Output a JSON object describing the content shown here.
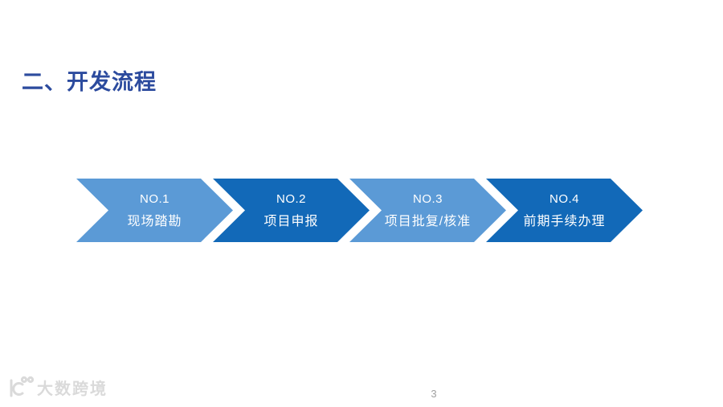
{
  "slide": {
    "title": "二、开发流程",
    "page_number": "3"
  },
  "steps": [
    {
      "no": "NO.1",
      "label": "现场踏勘",
      "variant": "light"
    },
    {
      "no": "NO.2",
      "label": "项目申报",
      "variant": "dark"
    },
    {
      "no": "NO.3",
      "label": "项目批复/核准",
      "variant": "light"
    },
    {
      "no": "NO.4",
      "label": "前期手续办理",
      "variant": "dark"
    }
  ],
  "watermark": {
    "icon": "k100-logo-icon",
    "text": "大数跨境"
  },
  "colors": {
    "title_blue": "#2c4b9e",
    "chevron_light_blue": "#5b9ad6",
    "chevron_dark_blue": "#1269b8",
    "chevron_text": "#ffffff",
    "page_number_gray": "#a0a0a0",
    "watermark_gray": "#dadada",
    "background": "#ffffff"
  }
}
